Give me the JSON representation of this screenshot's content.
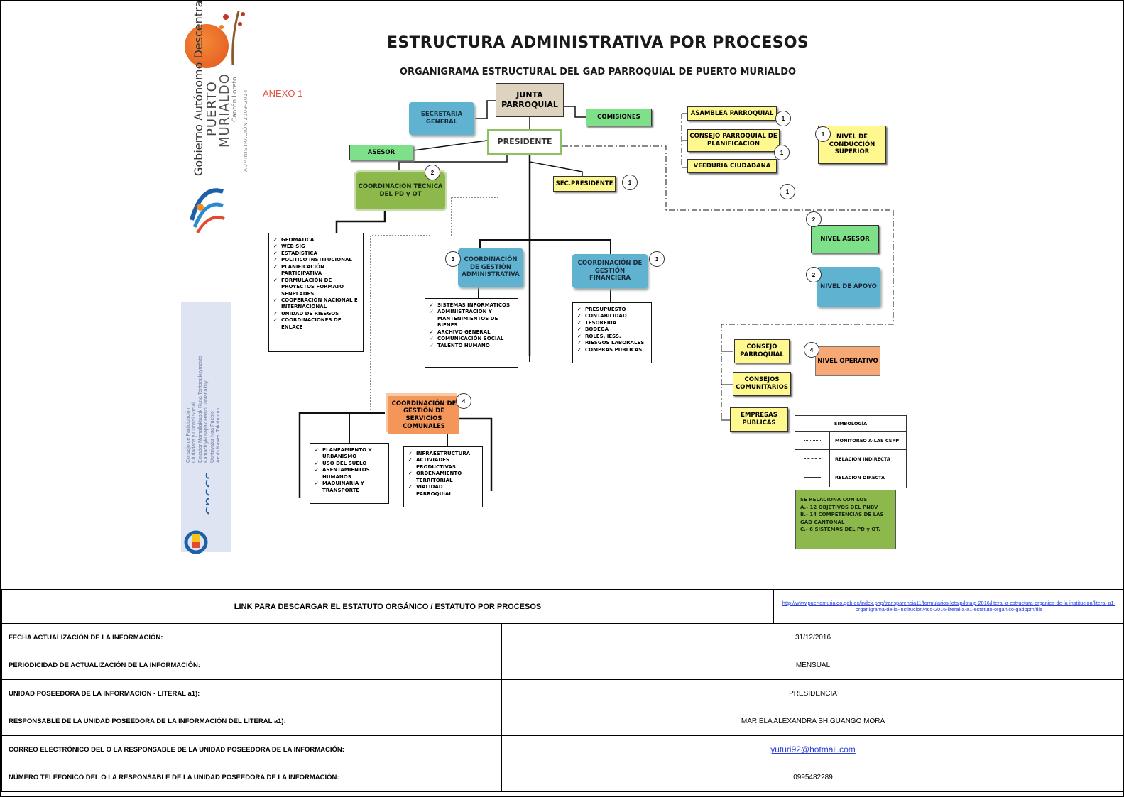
{
  "document": {
    "title": "ESTRUCTURA ADMINISTRATIVA POR PROCESOS",
    "subtitle": "ORGANIGRAMA ESTRUCTURAL DEL GAD PARROQUIAL DE PUERTO MURIALDO",
    "annex_label": "ANEXO 1"
  },
  "logos": {
    "gad_line1": "Gobierno Autónomo Descentralizado",
    "gad_line2": "PUERTO",
    "gad_line3": "MURIALDO",
    "gad_line4": "Cantón Loreto",
    "gad_line5": "ADMINISTRACIÓN 2009-2014",
    "cpccs_mark": "cpccs",
    "cpccs_text": "Consejo de Participación\nCiudadana y Control Social\nEcuador Mamallaktapak Runa Tantanakuymanta\nKamachiykunapak Hatun Tantanakuy\nUuntriyatur Nua Pueblo\nAents Kawen Takatmamu"
  },
  "org": {
    "junta": "JUNTA PARROQUIAL",
    "secretaria": "SECRETARIA GENERAL",
    "comisiones": "COMISIONES",
    "presidente": "PRESIDENTE",
    "asesor": "ASESOR",
    "coord_tecnica": "COORDINACION TECNICA DEL PD y OT",
    "sec_presidente": "SEC.PRESIDENTE",
    "asamblea": "ASAMBLEA PARROQUIAL",
    "consejo_planificacion": "CONSEJO PARROQUIAL DE PLANIFICACION",
    "veeduria": "VEEDURIA CIUDADANA",
    "nivel_conduccion": "NIVEL DE CONDUCCIÓN SUPERIOR",
    "nivel_asesor": "NIVEL ASESOR",
    "nivel_apoyo": "NIVEL DE APOYO",
    "coord_administrativa": "COORDINACIÓN DE GESTIÓN ADMINISTRATIVA",
    "coord_financiera": "COORDINACIÓN DE GESTIÓN FINANCIERA",
    "coord_servicios": "COORDINACIÓN DE GESTIÓN DE SERVICIOS COMUNALES",
    "consejo_parroquial": "CONSEJO PARROQUIAL",
    "consejos_comunitarios": "CONSEJOS COMUNITARIOS",
    "empresas_publicas": "EMPRESAS PUBLICAS",
    "nivel_operativo": "NIVEL OPERATIVO",
    "num": {
      "one": "1",
      "two": "2",
      "three": "3",
      "four": "4"
    },
    "lists": {
      "tecnica": [
        "GEOMATICA",
        "WEB SIG",
        "ESTADISTICA",
        "POLITICO INSTITUCIONAL",
        "PLANIFICACIÓN PARTICIPATIVA",
        "FORMULACIÓN DE PROYECTOS FORMATO SENPLADES",
        "COOPERACIÓN NACIONAL E INTERNACIONAL",
        "UNIDAD DE RIESGOS",
        "COORDINACIONES DE ENLACE"
      ],
      "administrativa": [
        "SISTEMAS INFORMATICOS",
        "ADMINISTRACION Y MANTENIMIENTOS DE BIENES",
        "ARCHIVO GENERAL",
        "COMUNICACIÓN SOCIAL",
        "TALENTO HUMANO"
      ],
      "financiera": [
        "PRESUPUESTO",
        "CONTABILIDAD",
        "TESORERIA",
        "BODEGA",
        "ROLES, IESS.",
        "RIESGOS LABORALES",
        "COMPRAS PUBLICAS"
      ],
      "servicios_a": [
        "PLANEAMIENTO Y URBANISMO",
        "USO DEL SUELO",
        "ASENTAMIENTOS HUMANOS",
        "MAQUINARIA Y TRANSPORTE"
      ],
      "servicios_b": [
        "INFRAESTRUCTURA",
        "ACTIVIADES PRODUCTIVAS",
        "ORDENAMIENTO TERRITORIAL",
        "VIALIDAD PARROQUIAL"
      ]
    },
    "symbology": {
      "title": "SIMBOLOGÍA",
      "row1": "MONITOREO A-LAS CSPP",
      "row2": "RELACION INDIRECTA",
      "row3": "RELACION DIRECTA"
    },
    "note": {
      "line1": "SE RELACIONA CON LOS",
      "line2": "A.- 12 OBJETIVOS DEL PNBV",
      "line3": "B.- 14 COMPETENCIAS DE LAS GAD CANTONAL",
      "line4": "C.- 6 SISTEMAS DEL PD y OT."
    }
  },
  "info_table": {
    "link_label": "LINK PARA DESCARGAR EL ESTATUTO ORGÁNICO / ESTATUTO POR PROCESOS",
    "link_url": "http://www.puertomurialdo.gob.ec/index.php/transparencia11/formularios-lotaip/lotaip-2016/literal-a-estructura-organica-de-la-institucion/literal-a1-organigrama-de-la-institucion/465-2016-literal-a-a1-estatuto-organico-gadppm/file",
    "rows": [
      {
        "label": "FECHA ACTUALIZACIÓN DE LA INFORMACIÓN:",
        "value": "31/12/2016"
      },
      {
        "label": "PERIODICIDAD DE ACTUALIZACIÓN DE LA INFORMACIÓN:",
        "value": "MENSUAL"
      },
      {
        "label": "UNIDAD POSEEDORA DE LA INFORMACION - LITERAL a1):",
        "value": "PRESIDENCIA"
      },
      {
        "label": "RESPONSABLE DE LA UNIDAD POSEEDORA DE LA INFORMACIÓN DEL LITERAL a1):",
        "value": "MARIELA ALEXANDRA SHIGUANGO MORA"
      },
      {
        "label": "CORREO ELECTRÓNICO DEL O LA RESPONSABLE DE LA UNIDAD POSEEDORA DE LA INFORMACIÓN:",
        "value": "yuturi92@hotmail.com"
      },
      {
        "label": "NÚMERO TELEFÓNICO DEL O LA RESPONSABLE DE LA UNIDAD POSEEDORA DE LA INFORMACIÓN:",
        "value": "0995482289"
      }
    ]
  }
}
